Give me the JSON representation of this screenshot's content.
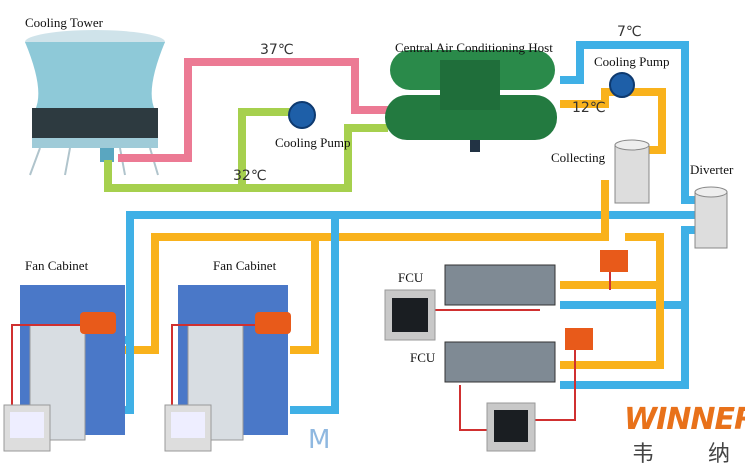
{
  "labels": {
    "cooling_tower": "Cooling Tower",
    "host": "Central Air Conditioning Host",
    "cooling_pump_left": "Cooling Pump",
    "cooling_pump_right": "Cooling Pump",
    "collecting": "Collecting",
    "diverter": "Diverter",
    "fan_cabinet_1": "Fan Cabinet",
    "fan_cabinet_2": "Fan Cabinet",
    "fcu_1": "FCU",
    "fcu_2": "FCU"
  },
  "temperatures": {
    "hot_return": "37℃",
    "cool_supply": "32℃",
    "chilled_supply": "7℃",
    "chilled_return": "12℃"
  },
  "colors": {
    "hot_pipe": "#ec7a94",
    "cool_pipe": "#a6d04e",
    "chilled_pipe": "#3fb0e6",
    "return_pipe": "#f9b21c",
    "host": "#2a8a4a",
    "brand": "#e8711a"
  },
  "brand": {
    "logo": "WINNER",
    "cn_1": "韦",
    "cn_2": "纳"
  },
  "watermark": "M"
}
